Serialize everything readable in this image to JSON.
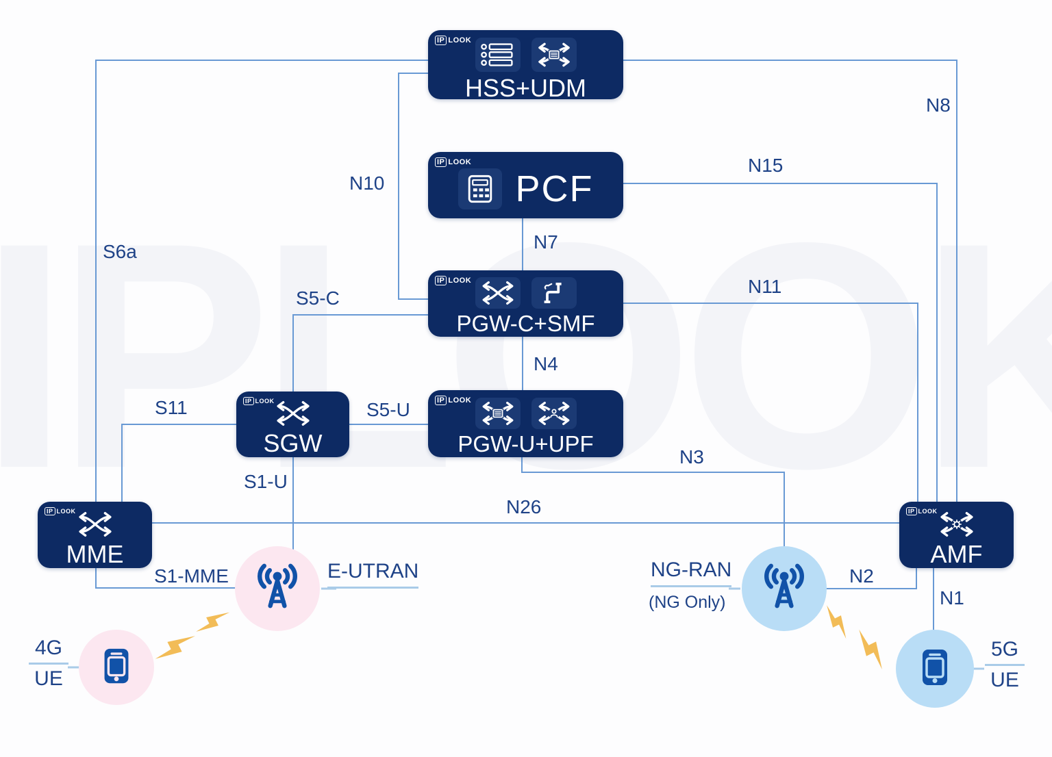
{
  "watermark": "IPLOOK",
  "brand": {
    "ip": "IP",
    "rest": "LOOK"
  },
  "nodes": {
    "hss_udm": {
      "label": "HSS+UDM"
    },
    "pcf": {
      "label": "PCF"
    },
    "pgw_c_smf": {
      "label": "PGW-C+SMF"
    },
    "pgw_u_upf": {
      "label": "PGW-U+UPF"
    },
    "sgw": {
      "label": "SGW"
    },
    "mme": {
      "label": "MME"
    },
    "amf": {
      "label": "AMF"
    }
  },
  "access": {
    "eutran": {
      "label": "E-UTRAN"
    },
    "ngran": {
      "label": "NG-RAN",
      "sublabel": "(NG Only)"
    },
    "ue4g": {
      "gen": "4G",
      "type": "UE"
    },
    "ue5g": {
      "gen": "5G",
      "type": "UE"
    }
  },
  "interfaces": {
    "s6a": "S6a",
    "n10": "N10",
    "n8": "N8",
    "n15": "N15",
    "n7": "N7",
    "s5c": "S5-C",
    "n11": "N11",
    "n4": "N4",
    "s11": "S11",
    "s5u": "S5-U",
    "s1u": "S1-U",
    "n3": "N3",
    "n26": "N26",
    "s1mme": "S1-MME",
    "n2": "N2",
    "n1": "N1"
  },
  "colors": {
    "node_bg": "#0d2a63",
    "line_blue": "#6899d4",
    "accent_light_blue": "#a9cbe8",
    "label_text": "#1e4287",
    "pink_circle": "#fce7f0",
    "blue_circle": "#b9ddf6",
    "icon_blue": "#1152a8",
    "bolt_yellow": "#f2bc57"
  }
}
